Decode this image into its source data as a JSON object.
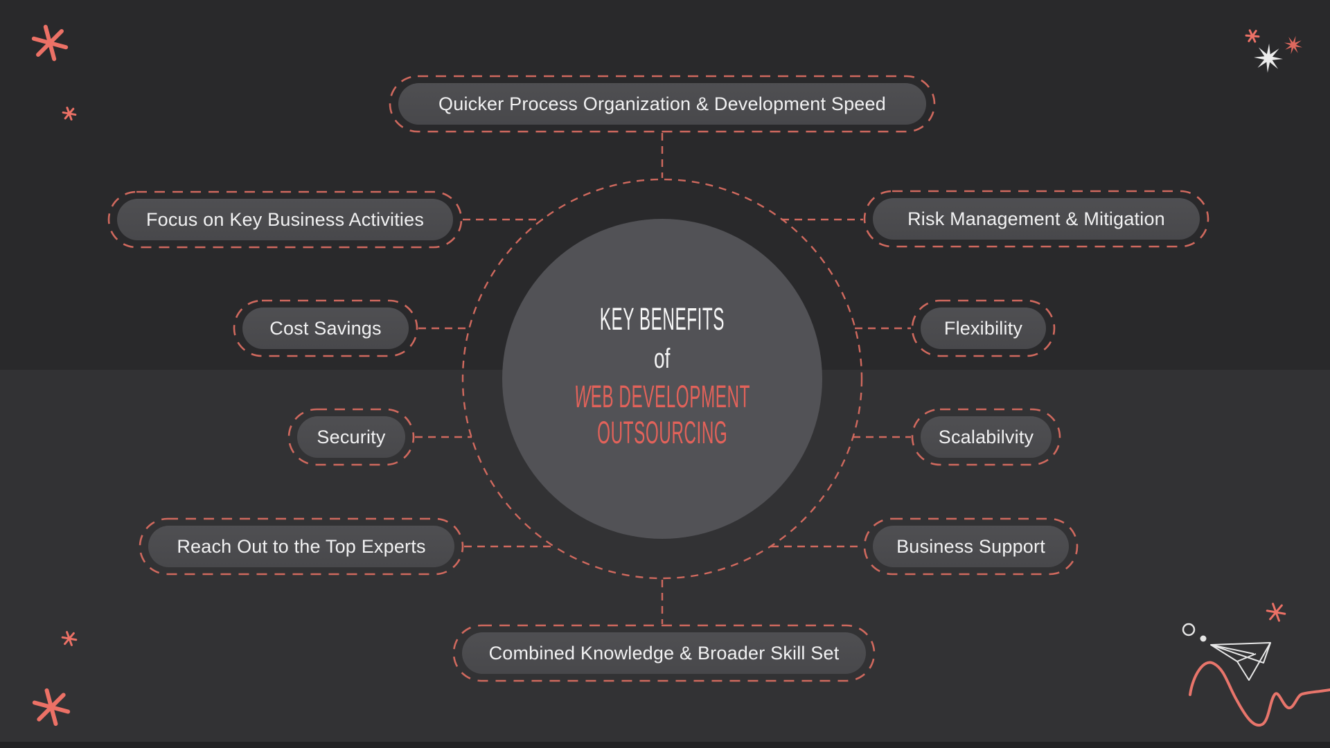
{
  "center": {
    "title_top": "KEY BENEFITS",
    "title_mid": "of",
    "accent_initial": "W",
    "accent_rest": "EB DEVELOPMENT",
    "accent_line2": "OUTSOURCING"
  },
  "benefits": [
    {
      "id": "quicker",
      "label": "Quicker Process Organization & Development Speed"
    },
    {
      "id": "focus",
      "label": "Focus on Key Business Activities"
    },
    {
      "id": "risk",
      "label": "Risk Management & Mitigation"
    },
    {
      "id": "cost",
      "label": "Cost Savings"
    },
    {
      "id": "flexibility",
      "label": "Flexibility"
    },
    {
      "id": "security",
      "label": "Security"
    },
    {
      "id": "scalability",
      "label": "Scalabilvity"
    },
    {
      "id": "experts",
      "label": "Reach Out to the Top Experts"
    },
    {
      "id": "support",
      "label": "Business Support"
    },
    {
      "id": "knowledge",
      "label": "Combined Knowledge & Broader Skill Set"
    }
  ],
  "colors": {
    "background_upper": "#29292b",
    "background_lower": "#323234",
    "bottom_strip": "#222224",
    "pill_fill": "#4b4b4d",
    "circle_fill": "#525256",
    "dash_coral": "#d0695e",
    "accent_coral": "#e2625a",
    "doodle_coral": "#ec7166",
    "doodle_white": "#ececec",
    "text": "#f2f2f3"
  },
  "decorations": {
    "top_left": [
      "asterisk-icon-large",
      "asterisk-icon-small"
    ],
    "top_right": [
      "asterisk-icon-small",
      "sparkle-star-icon-coral",
      "sparkle-star-icon-white"
    ],
    "bottom_left": [
      "asterisk-icon-small",
      "asterisk-icon-large"
    ],
    "bottom_right": [
      "asterisk-icon",
      "circle-doodle-icon",
      "dot-icon",
      "paper-plane-icon",
      "squiggle-line-icon"
    ]
  }
}
